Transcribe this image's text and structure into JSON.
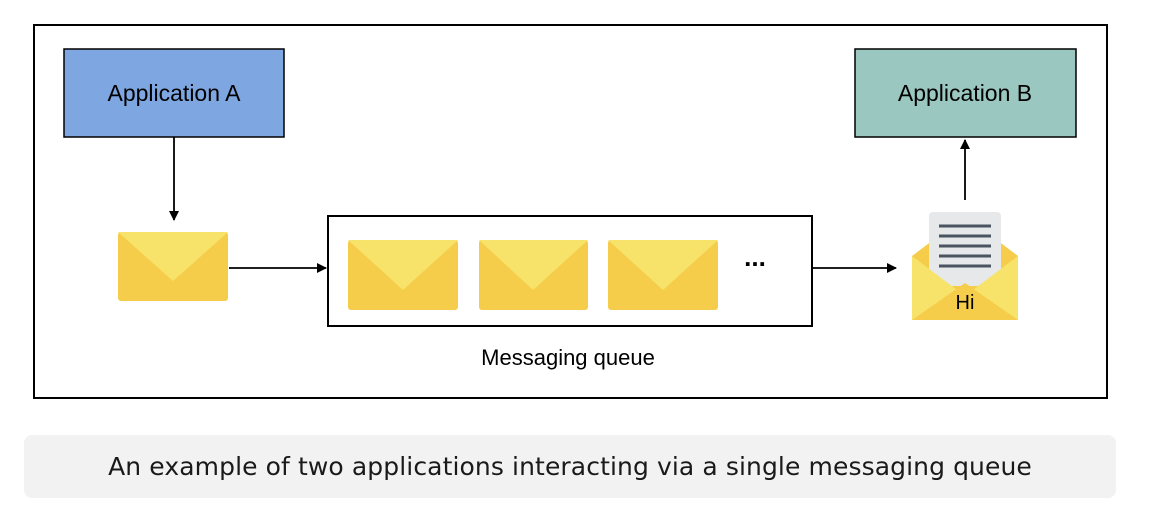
{
  "diagram": {
    "app_a_label": "Application A",
    "app_b_label": "Application B",
    "queue_label": "Messaging queue",
    "ellipsis": "...",
    "received_message_text": "Hi"
  },
  "caption": {
    "text": "An example of two applications interacting via a single messaging queue"
  },
  "colors": {
    "app_a_fill": "#7ea6e0",
    "app_b_fill": "#9ac7bf",
    "envelope_body": "#f5cd4a",
    "envelope_flap": "#f7e36a",
    "stroke": "#000000",
    "letter_paper": "#e6e8ea",
    "letter_lines": "#4a5560",
    "caption_bg": "#f2f2f2"
  }
}
